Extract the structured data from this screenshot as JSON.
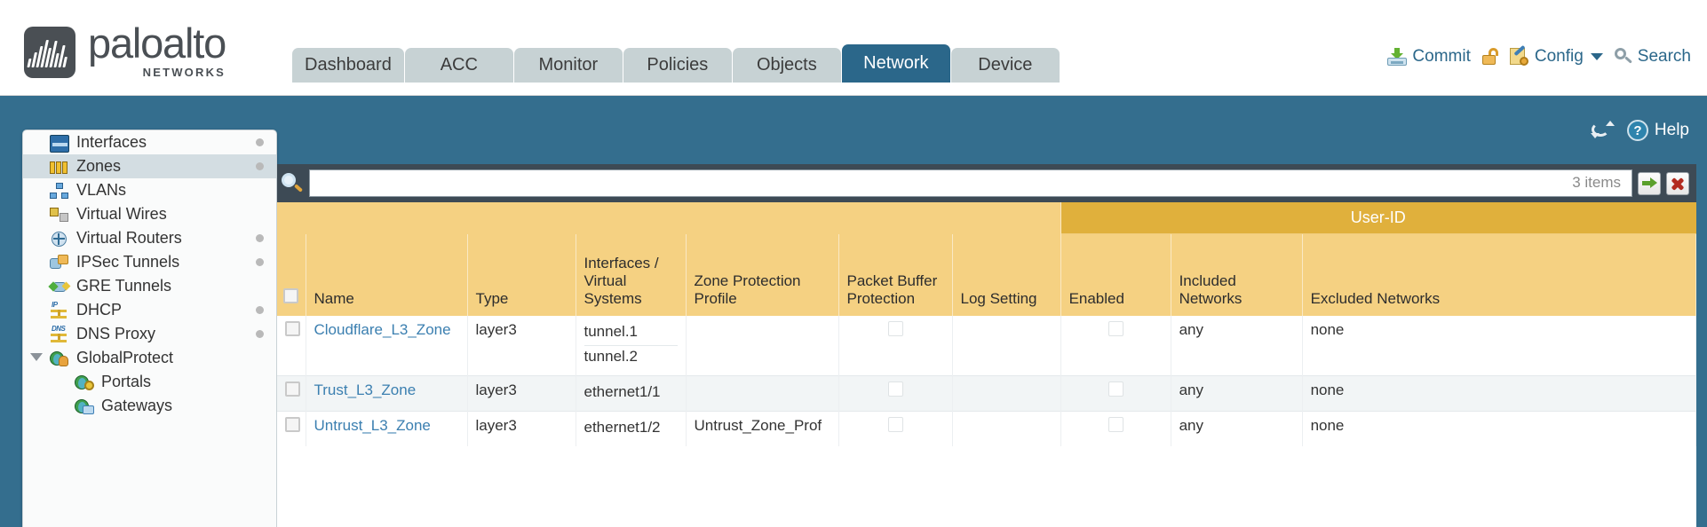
{
  "brand": {
    "name": "paloalto",
    "tagline": "NETWORKS"
  },
  "nav": {
    "tabs": [
      {
        "label": "Dashboard",
        "active": false
      },
      {
        "label": "ACC",
        "active": false
      },
      {
        "label": "Monitor",
        "active": false
      },
      {
        "label": "Policies",
        "active": false
      },
      {
        "label": "Objects",
        "active": false
      },
      {
        "label": "Network",
        "active": true
      },
      {
        "label": "Device",
        "active": false
      }
    ],
    "actions": [
      {
        "label": "Commit",
        "icon": "commit-save-icon"
      },
      {
        "label": "",
        "icon": "unlock-padlock-icon"
      },
      {
        "label": "Config",
        "icon": "config-wrench-icon",
        "has_caret": true
      },
      {
        "label": "Search",
        "icon": "search-magnifier-icon"
      }
    ]
  },
  "subheader": {
    "refresh_icon": "refresh-icon",
    "help_label": "Help",
    "help_icon": "question-mark-icon"
  },
  "sidebar": {
    "items": [
      {
        "label": "Interfaces",
        "icon": "interfaces-icon",
        "selected": false,
        "has_dot": true,
        "child": false,
        "expander": false
      },
      {
        "label": "Zones",
        "icon": "zones-icon",
        "selected": true,
        "has_dot": true,
        "child": false,
        "expander": false
      },
      {
        "label": "VLANs",
        "icon": "vlans-icon",
        "selected": false,
        "has_dot": false,
        "child": false,
        "expander": false
      },
      {
        "label": "Virtual Wires",
        "icon": "virtual-wires-icon",
        "selected": false,
        "has_dot": false,
        "child": false,
        "expander": false
      },
      {
        "label": "Virtual Routers",
        "icon": "virtual-routers-icon",
        "selected": false,
        "has_dot": true,
        "child": false,
        "expander": false
      },
      {
        "label": "IPSec Tunnels",
        "icon": "ipsec-tunnels-icon",
        "selected": false,
        "has_dot": true,
        "child": false,
        "expander": false
      },
      {
        "label": "GRE Tunnels",
        "icon": "gre-tunnels-icon",
        "selected": false,
        "has_dot": false,
        "child": false,
        "expander": false
      },
      {
        "label": "DHCP",
        "icon": "dhcp-icon",
        "selected": false,
        "has_dot": true,
        "child": false,
        "expander": false
      },
      {
        "label": "DNS Proxy",
        "icon": "dns-proxy-icon",
        "selected": false,
        "has_dot": true,
        "child": false,
        "expander": false
      },
      {
        "label": "GlobalProtect",
        "icon": "globalprotect-icon",
        "selected": false,
        "has_dot": false,
        "child": false,
        "expander": true
      },
      {
        "label": "Portals",
        "icon": "portals-icon",
        "selected": false,
        "has_dot": false,
        "child": true,
        "expander": false
      },
      {
        "label": "Gateways",
        "icon": "gateways-icon",
        "selected": false,
        "has_dot": false,
        "child": true,
        "expander": false
      }
    ]
  },
  "filter": {
    "search_icon": "search-magnifier-icon",
    "value": "",
    "placeholder": "",
    "items_count": "3 items",
    "apply_icon": "green-arrow-apply-icon",
    "clear_icon": "red-x-clear-icon"
  },
  "table": {
    "group_headers": [
      {
        "label": "User-ID",
        "span": 3
      }
    ],
    "columns": [
      {
        "key": "checkbox",
        "label": ""
      },
      {
        "key": "name",
        "label": "Name"
      },
      {
        "key": "type",
        "label": "Type"
      },
      {
        "key": "interfaces",
        "label": "Interfaces / Virtual Systems"
      },
      {
        "key": "zone_protection_profile",
        "label": "Zone Protection Profile"
      },
      {
        "key": "packet_buffer_protection",
        "label": "Packet Buffer Protection"
      },
      {
        "key": "log_setting",
        "label": "Log Setting"
      },
      {
        "key": "enabled",
        "label": "Enabled"
      },
      {
        "key": "included_networks",
        "label": "Included Networks"
      },
      {
        "key": "excluded_networks",
        "label": "Excluded Networks"
      }
    ],
    "rows": [
      {
        "selected": false,
        "name": "Cloudflare_L3_Zone",
        "type": "layer3",
        "interfaces": [
          "tunnel.1",
          "tunnel.2"
        ],
        "zone_protection_profile": "",
        "packet_buffer_protection": false,
        "log_setting": "",
        "enabled": false,
        "included_networks": "any",
        "excluded_networks": "none"
      },
      {
        "selected": false,
        "name": "Trust_L3_Zone",
        "type": "layer3",
        "interfaces": [
          "ethernet1/1"
        ],
        "zone_protection_profile": "",
        "packet_buffer_protection": false,
        "log_setting": "",
        "enabled": false,
        "included_networks": "any",
        "excluded_networks": "none"
      },
      {
        "selected": false,
        "name": "Untrust_L3_Zone",
        "type": "layer3",
        "interfaces": [
          "ethernet1/2"
        ],
        "zone_protection_profile": "Untrust_Zone_Prof",
        "packet_buffer_protection": false,
        "log_setting": "",
        "enabled": false,
        "included_networks": "any",
        "excluded_networks": "none"
      }
    ]
  },
  "colors": {
    "brand_blue": "#346e8e",
    "tab_active": "#2b678a",
    "tab_inactive": "#c7d2d4",
    "header_gold": "#f5d182",
    "group_gold": "#e0b03c",
    "link_blue": "#3b7fb0",
    "panel_dark": "#3d4a55"
  }
}
